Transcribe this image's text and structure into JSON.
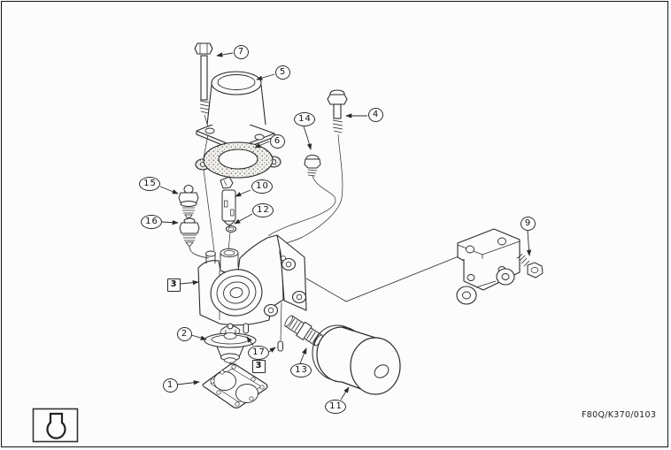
{
  "page": {
    "background_color": "#fcfcfc",
    "ink_color": "#2b2b2b",
    "border_color": "#161616"
  },
  "figure": {
    "code": "F80Q/K370/0103",
    "legend_icon": "thermostat-icon"
  },
  "callouts": {
    "c1": {
      "label": "1"
    },
    "c2": {
      "label": "2"
    },
    "c3a": {
      "label": "3"
    },
    "c3b": {
      "label": "3"
    },
    "c4": {
      "label": "4"
    },
    "c5": {
      "label": "5"
    },
    "c6": {
      "label": "6"
    },
    "c7": {
      "label": "7"
    },
    "c9": {
      "label": "9"
    },
    "c10": {
      "label": "10"
    },
    "c11": {
      "label": "11"
    },
    "c12": {
      "label": "12"
    },
    "c13": {
      "label": "13"
    },
    "c14": {
      "label": "14"
    },
    "c15": {
      "label": "15"
    },
    "c16": {
      "label": "16"
    },
    "c17": {
      "label": "17"
    }
  }
}
